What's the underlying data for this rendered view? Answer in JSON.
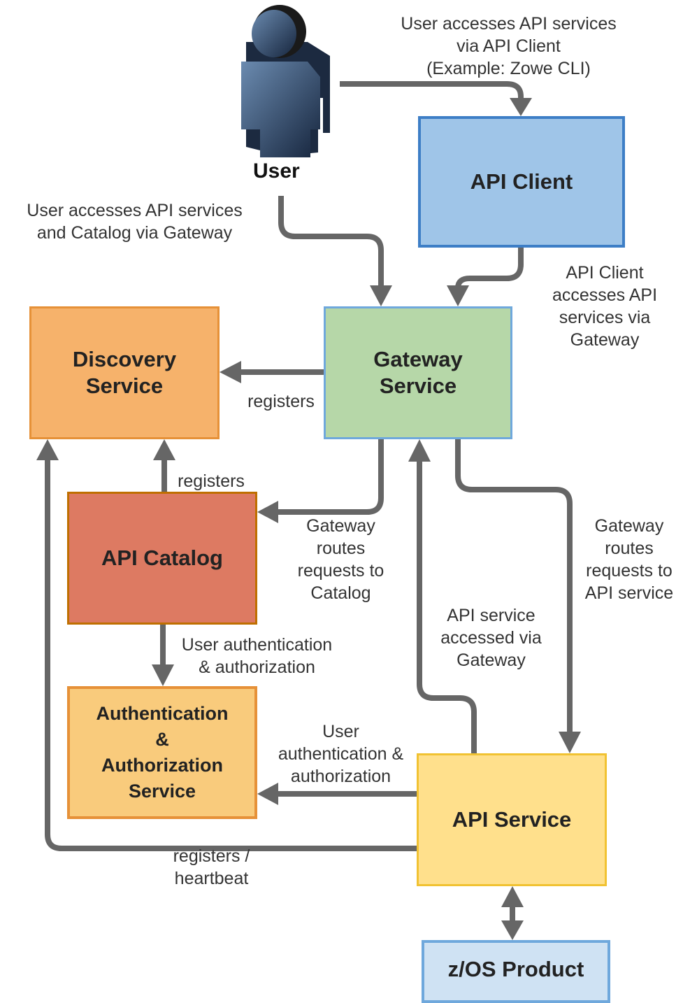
{
  "user": {
    "label": "User"
  },
  "boxes": {
    "api_client": "API Client",
    "gateway": [
      "Gateway",
      "Service"
    ],
    "discovery": [
      "Discovery",
      "Service"
    ],
    "catalog": "API Catalog",
    "auth": [
      "Authentication",
      "&",
      "Authorization",
      "Service"
    ],
    "api_service": "API Service",
    "zos": "z/OS Product"
  },
  "labels": {
    "user_to_client": [
      "User accesses API services",
      "via API Client",
      "(Example: Zowe CLI)"
    ],
    "user_to_gateway": [
      "User accesses API services",
      "and Catalog via Gateway"
    ],
    "client_to_gateway": [
      "API Client",
      "accesses API",
      "services via",
      "Gateway"
    ],
    "gateway_registers": "registers",
    "catalog_registers": "registers",
    "gateway_to_catalog": [
      "Gateway",
      "routes",
      "requests to",
      "Catalog"
    ],
    "gateway_to_service": [
      "Gateway",
      "routes",
      "requests to",
      "API service"
    ],
    "service_via_gateway": [
      "API service",
      "accessed via",
      "Gateway"
    ],
    "catalog_auth": [
      "User authentication",
      "& authorization"
    ],
    "service_auth": [
      "User",
      "authentication &",
      "authorization"
    ],
    "heartbeat": [
      "registers /",
      "heartbeat"
    ]
  },
  "colors": {
    "arrow": "#666666",
    "api_client": "#9fc5e8",
    "gateway": "#b6d7a8",
    "discovery": "#f6b26b",
    "catalog": "#dd7a62",
    "auth": "#f9cb7c",
    "api_service": "#ffe08c",
    "zos": "#cfe2f3"
  }
}
